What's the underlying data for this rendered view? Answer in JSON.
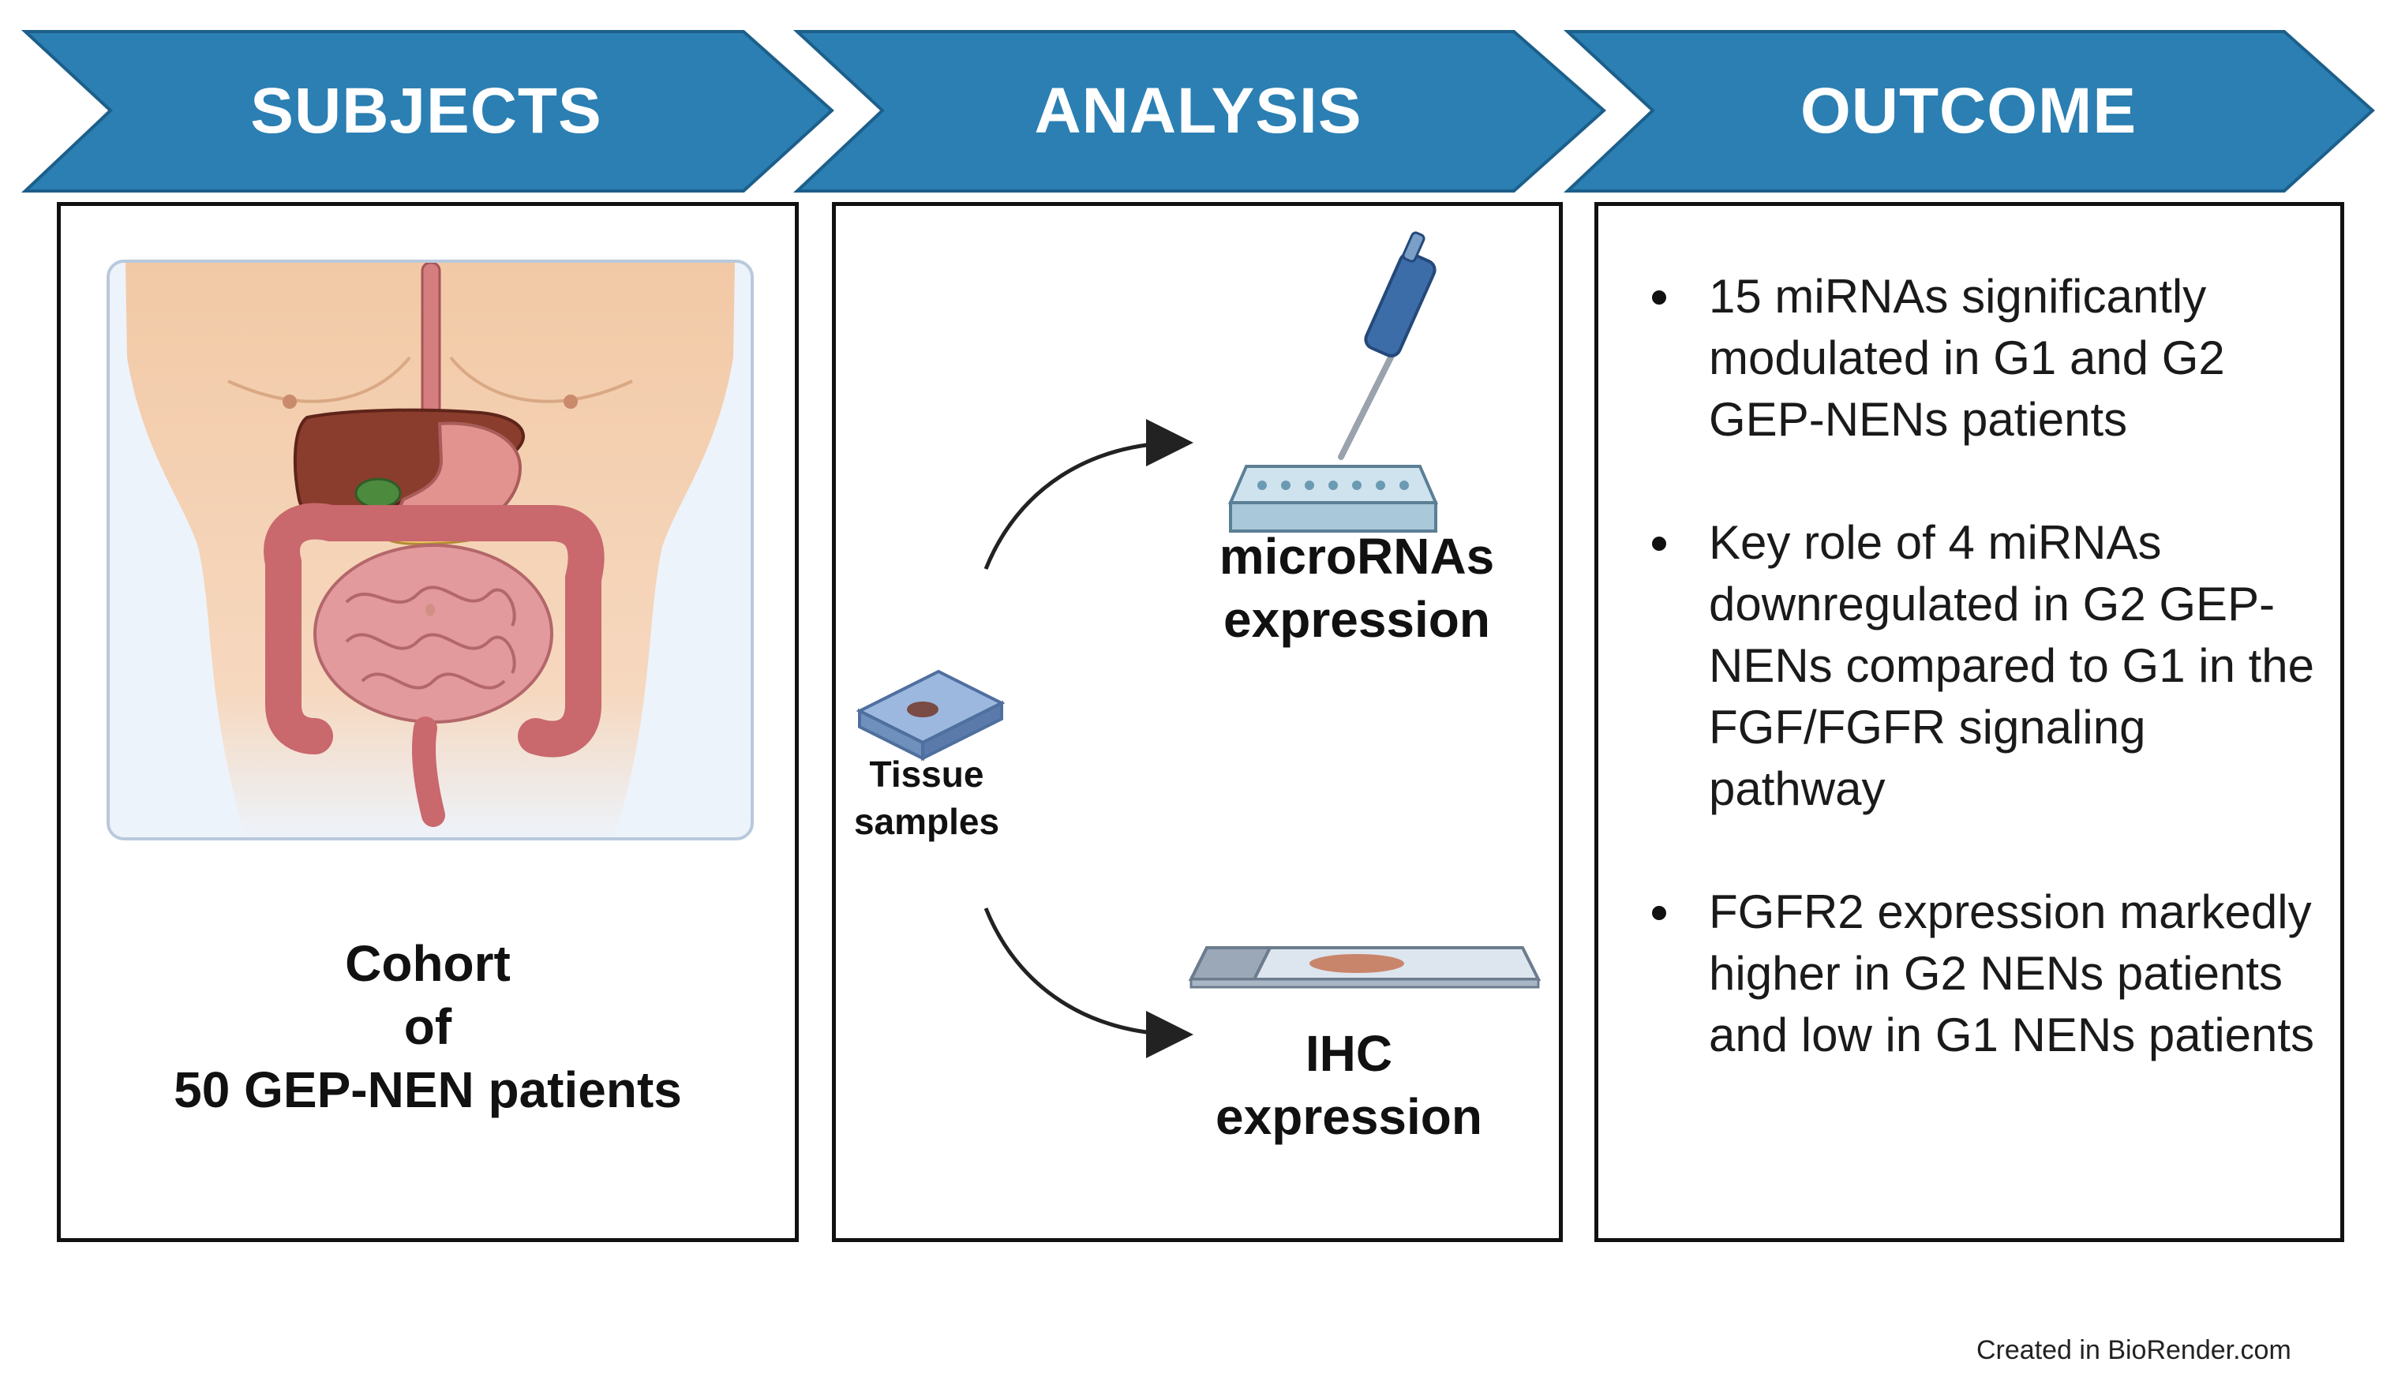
{
  "header": {
    "steps": [
      {
        "label": "SUBJECTS"
      },
      {
        "label": "ANALYSIS"
      },
      {
        "label": "OUTCOME"
      }
    ],
    "colors": {
      "chevron_fill": "#2b7fb2",
      "chevron_stroke": "#1c5f8a",
      "text": "#ffffff"
    }
  },
  "subjects": {
    "illustration": "human-torso-gastrointestinal-tract",
    "cohort_lines": [
      "Cohort",
      "of",
      "50 GEP-NEN patients"
    ]
  },
  "analysis": {
    "source": {
      "icon": "tissue-block-icon",
      "lines": [
        "Tissue",
        "samples"
      ]
    },
    "branches": [
      {
        "icon": "pipette-well-plate-icon",
        "lines": [
          "microRNAs",
          "expression"
        ]
      },
      {
        "icon": "microscope-slide-icon",
        "lines": [
          "IHC",
          "expression"
        ]
      }
    ]
  },
  "outcome": {
    "bullets": [
      "15 miRNAs significantly modulated in G1 and G2 GEP-NENs patients",
      "Key role of 4 miRNAs downregulated in G2 GEP-NENs compared to G1 in the FGF/FGFR signaling pathway",
      "FGFR2 expression markedly higher in G2 NENs patients and low in G1 NENs patients"
    ]
  },
  "footer": {
    "credit": "Created in  BioRender.com"
  }
}
